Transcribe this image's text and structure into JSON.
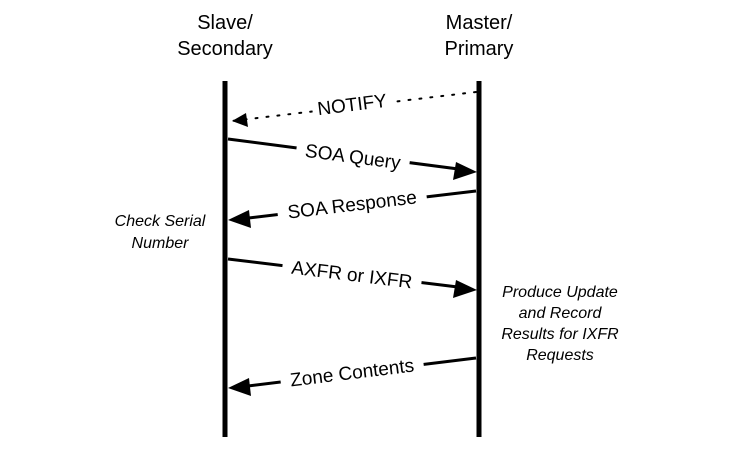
{
  "participants": {
    "slave": {
      "line1": "Slave/",
      "line2": "Secondary"
    },
    "master": {
      "line1": "Master/",
      "line2": "Primary"
    }
  },
  "messages": {
    "notify": "NOTIFY",
    "soa_query": "SOA Query",
    "soa_response": "SOA Response",
    "axfr_ixfr": "AXFR or IXFR",
    "zone_contents": "Zone Contents"
  },
  "notes": {
    "check_serial": {
      "line1": "Check Serial",
      "line2": "Number"
    },
    "produce_update": {
      "line1": "Produce Update",
      "line2": "and Record",
      "line3": "Results for IXFR",
      "line4": "Requests"
    }
  }
}
